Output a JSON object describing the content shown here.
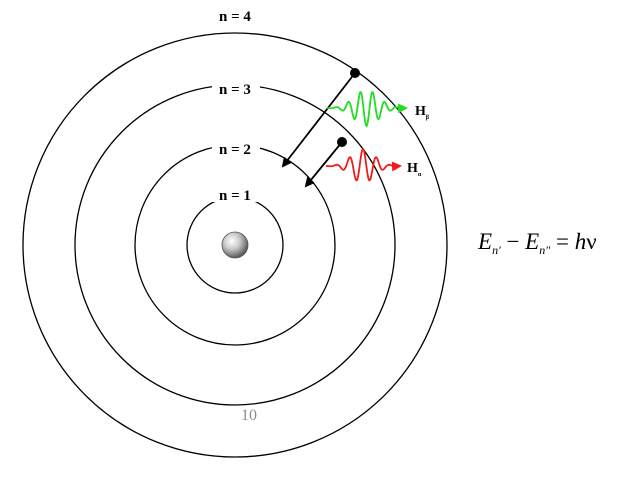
{
  "orbits": [
    {
      "label": "n = 1"
    },
    {
      "label": "n = 2"
    },
    {
      "label": "n = 3"
    },
    {
      "label": "n = 4"
    }
  ],
  "transitions": [
    {
      "from": "n = 4",
      "to": "n = 2",
      "line_label": "H",
      "line_sub": "β",
      "color": "#22dd22"
    },
    {
      "from": "n = 3",
      "to": "n = 2",
      "line_label": "H",
      "line_sub": "α",
      "color": "#ee1c1c"
    }
  ],
  "equation": {
    "E": "E",
    "sub1": "n′",
    "minus": " − ",
    "sub2": "n″",
    "rhs": " = ",
    "h": "h",
    "nu": "ν"
  },
  "page_number": "10",
  "colors": {
    "nucleus": "#9a9a9a",
    "orbit": "#000000",
    "page_number": "#8c8c8c"
  }
}
